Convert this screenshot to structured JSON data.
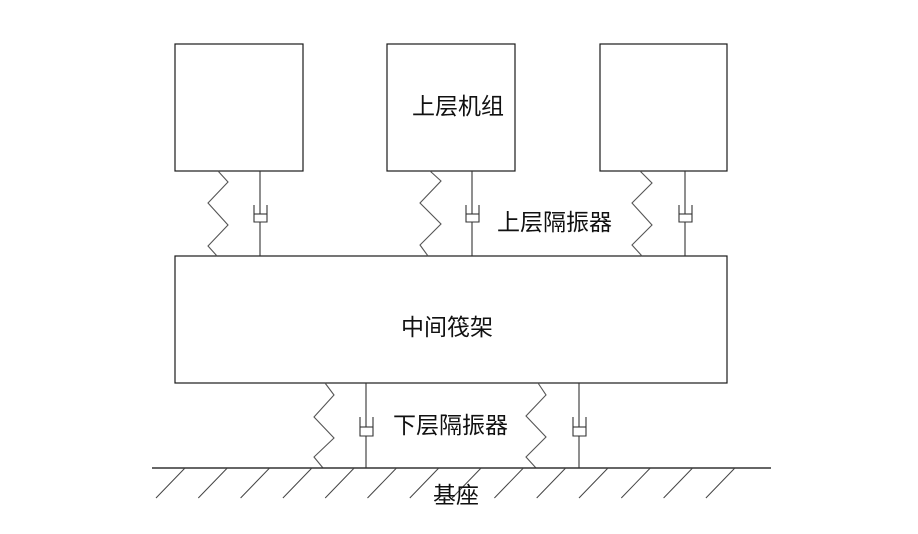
{
  "diagram": {
    "title": "Floating raft vibration isolation system",
    "labels": {
      "upper_unit": "上层机组",
      "upper_isolator": "上层隔振器",
      "middle_raft": "中间筏架",
      "lower_isolator": "下层隔振器",
      "base": "基座"
    },
    "components": {
      "upper_units_count": 3,
      "upper_isolators_count": 3,
      "lower_isolators_count": 2,
      "isolator_elements": [
        "spring",
        "damper"
      ]
    },
    "colors": {
      "stroke": "#1a1a1a",
      "spring": "#555555",
      "text": "#111111",
      "background": "#ffffff"
    }
  }
}
